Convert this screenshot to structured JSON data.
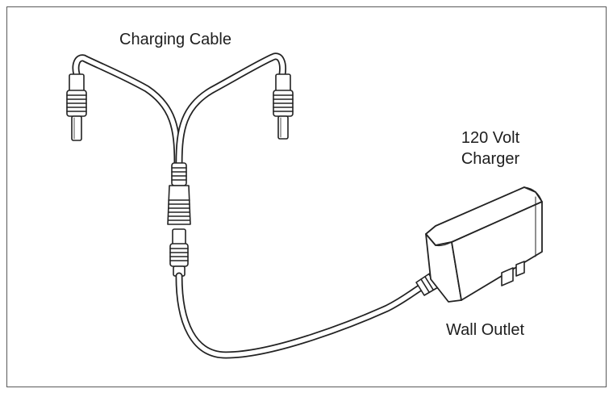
{
  "labels": {
    "charging_cable": "Charging Cable",
    "charger_line1": "120 Volt",
    "charger_line2": "Charger",
    "wall_outlet": "Wall Outlet"
  },
  "colors": {
    "stroke": "#222222",
    "frame": "#5a5a5a",
    "fill": "#ffffff",
    "shade": "#e6e6e6"
  }
}
